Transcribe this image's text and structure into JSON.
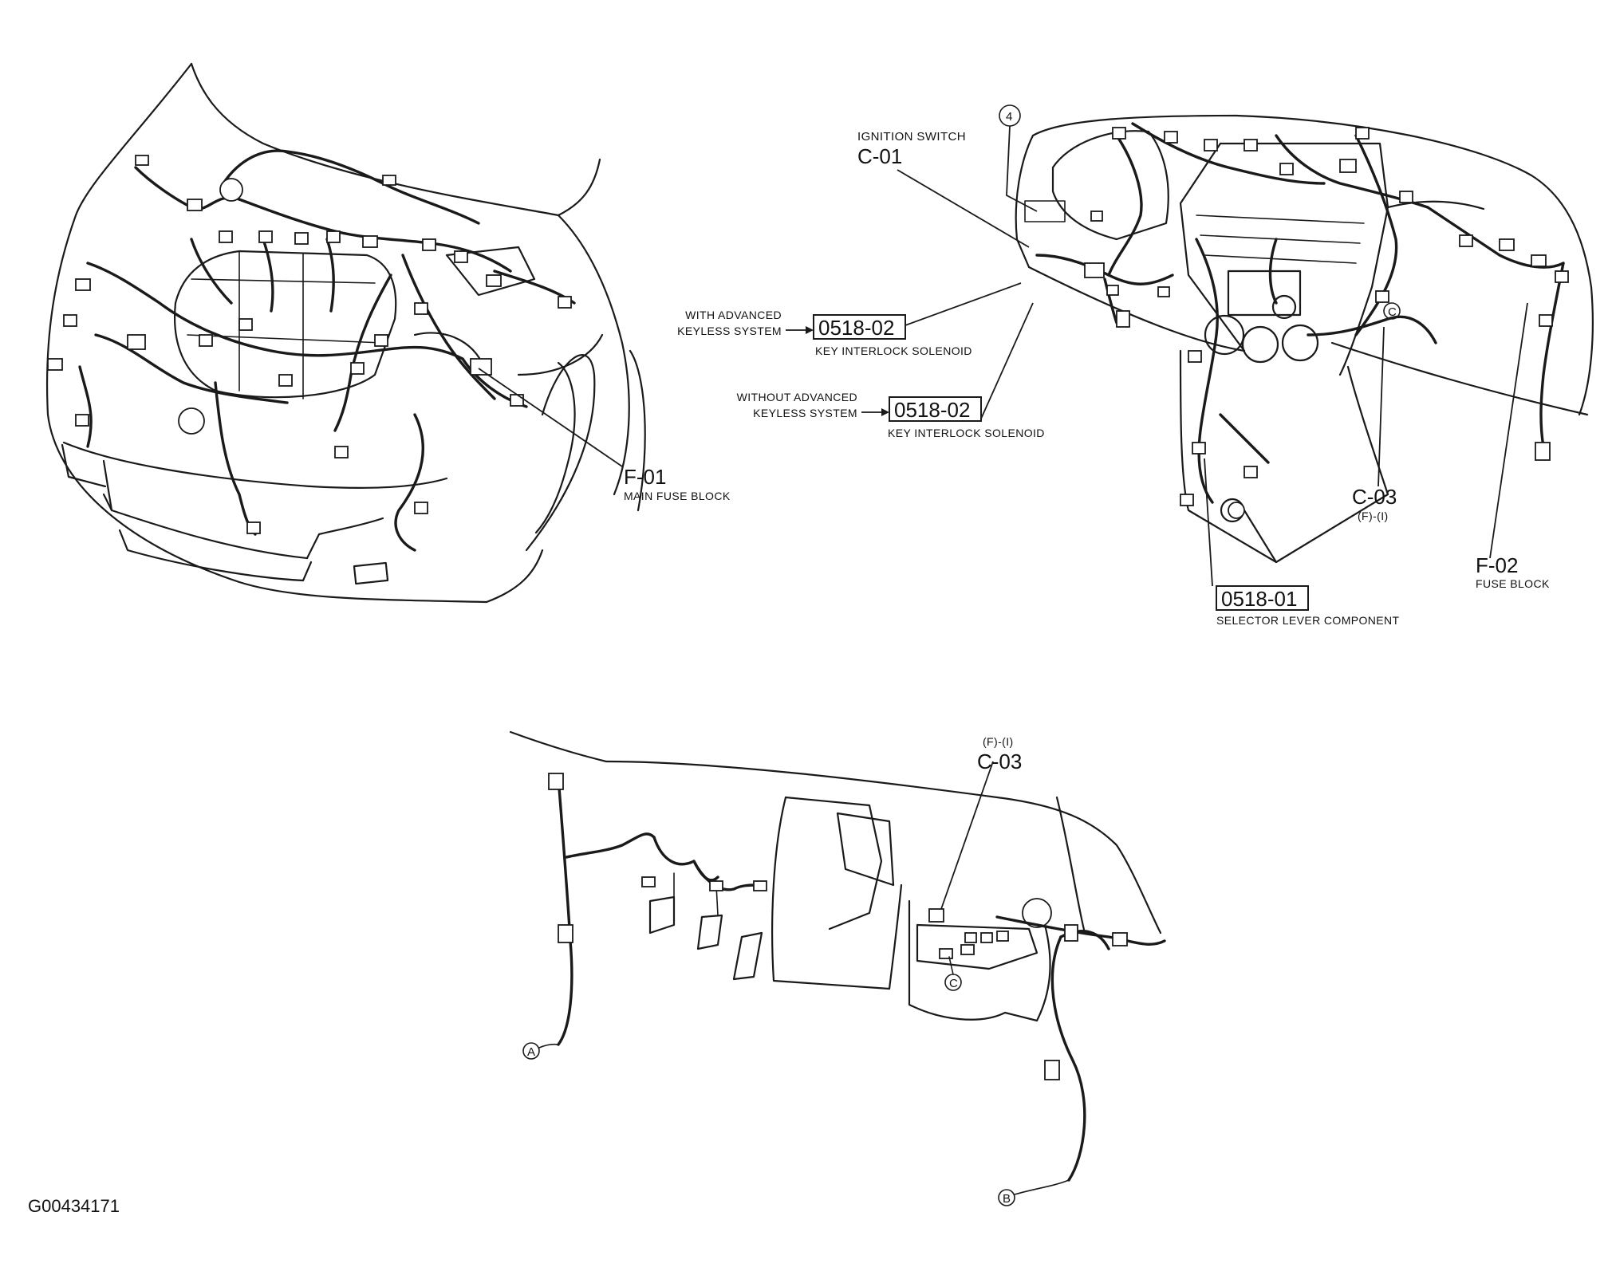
{
  "callouts": {
    "ignition_switch": {
      "name": "IGNITION SWITCH",
      "code": "C-01"
    },
    "main_fuse_block": {
      "code": "F-01",
      "name": "MAIN FUSE BLOCK"
    },
    "key_interlock_with": {
      "condition_line1": "WITH ADVANCED",
      "condition_line2": "KEYLESS SYSTEM",
      "code": "0518-02",
      "name": "KEY INTERLOCK SOLENOID"
    },
    "key_interlock_without": {
      "condition_line1": "WITHOUT ADVANCED",
      "condition_line2": "KEYLESS SYSTEM",
      "code": "0518-02",
      "name": "KEY INTERLOCK SOLENOID"
    },
    "connector_c03_dash": {
      "code": "C-03",
      "position": "(F)-(I)"
    },
    "fuse_block": {
      "code": "F-02",
      "name": "FUSE BLOCK"
    },
    "selector_lever": {
      "code": "0518-01",
      "name": "SELECTOR LEVER COMPONENT"
    },
    "connector_c03_floor": {
      "position": "(F)-(I)",
      "code": "C-03"
    },
    "marker_4": "4"
  },
  "circle_markers": {
    "a": "A",
    "b": "B",
    "c_dash": "C",
    "c_floor": "C"
  },
  "figure_id": "G00434171"
}
